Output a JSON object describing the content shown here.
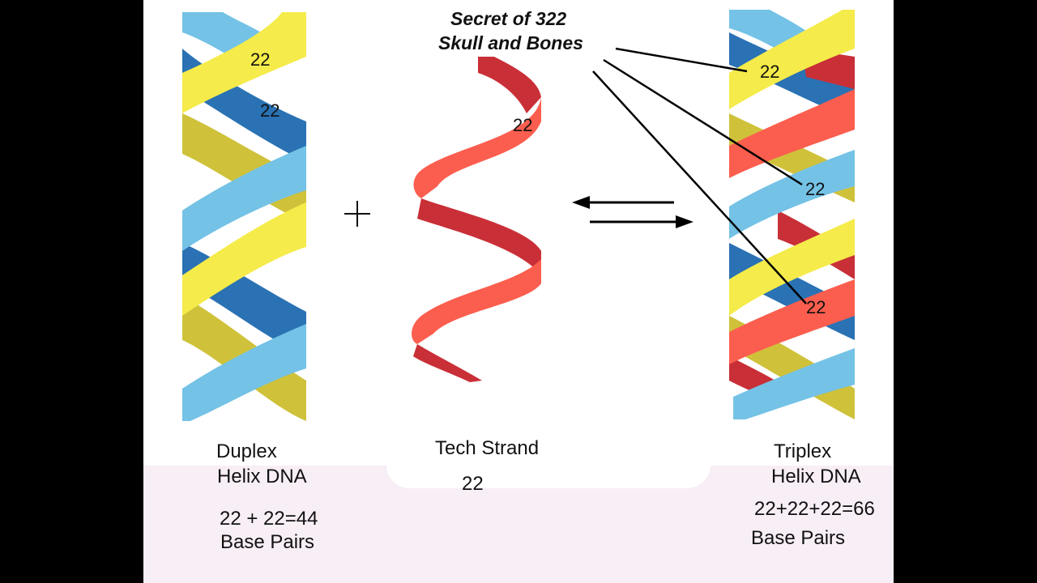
{
  "title": {
    "line1": "Secret of 322",
    "line2": "Skull and Bones"
  },
  "duplex": {
    "caption_line1": "Duplex",
    "caption_line2": "Helix DNA",
    "strand_label_1": "22",
    "strand_label_2": "22",
    "sum": "22 + 22=44",
    "unit": "Base Pairs"
  },
  "tech_strand": {
    "caption": "Tech Strand",
    "strand_label": "22",
    "count": "22"
  },
  "triplex": {
    "caption_line1": "Triplex",
    "caption_line2": "Helix DNA",
    "strand_label_1": "22",
    "strand_label_2": "22",
    "strand_label_3": "22",
    "sum": "22+22+22=66",
    "unit": "Base Pairs"
  },
  "operator_plus": "+",
  "colors": {
    "yellow": "#f5eb4a",
    "yellow_dark": "#cfc23a",
    "light_blue": "#74c2e6",
    "dark_blue": "#2a72b4",
    "red_light": "#fb5e4e",
    "red_dark": "#c92f37",
    "background": "#ffffff",
    "letterbox": "#000000"
  }
}
